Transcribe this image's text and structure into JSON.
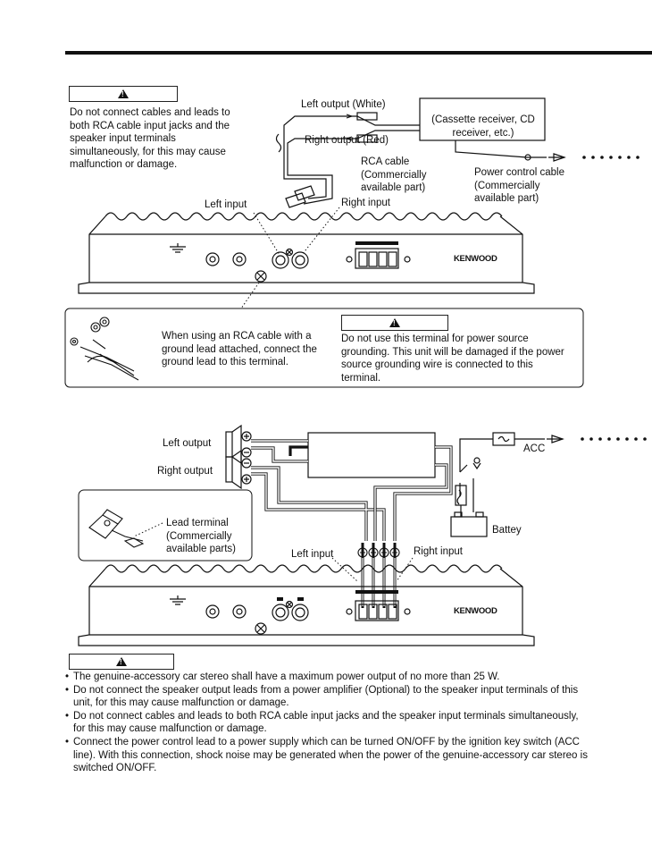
{
  "top": {
    "warning_text": "Do not connect cables and leads to both RCA cable input jacks and the speaker input terminals simultaneously,  for this may cause malfunction or damage.",
    "left_output": "Left output (White)",
    "right_output": "Right output (Red)",
    "source_box": "(Cassette receiver, CD receiver, etc.)",
    "rca_cable": "RCA cable (Commercially available part)",
    "power_control_cable": "Power control cable (Commercially available part)",
    "left_input": "Left input",
    "right_input": "Right input",
    "brand": "KENWOOD"
  },
  "ground_box": {
    "text": "When using an RCA cable with a ground lead attached, connect the ground lead to this terminal.",
    "warning_text": "Do not use this terminal for power source grounding. This unit will be damaged if the power source grounding wire is connected to this terminal."
  },
  "bottom": {
    "left_output": "Left output",
    "right_output": "Right output",
    "lead_terminal": "Lead terminal (Commercially available parts)",
    "acc": "ACC",
    "battery": "Battey",
    "left_input": "Left input",
    "right_input": "Right input",
    "brand": "KENWOOD"
  },
  "notes": [
    "The genuine-accessory car stereo shall have a maximum power output of no more than 25 W.",
    "Do not connect the speaker output leads from a power amplifier (Optional) to the speaker input terminals of this unit, for this may cause malfunction  or damage.",
    "Do not connect cables and leads to both RCA cable input jacks and the speaker input terminals simultaneously, for this may cause malfunction or damage.",
    "Connect the power control lead to a power supply which can be turned ON/OFF by the ignition key switch (ACC line). With this connection, shock noise may be generated when the power of the genuine-accessory car stereo is switched ON/OFF."
  ]
}
